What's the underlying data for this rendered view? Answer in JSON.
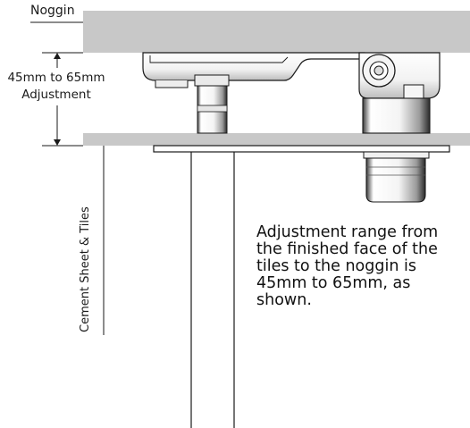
{
  "labels": {
    "noggin": "Noggin",
    "adjustment_line1": "45mm to 65mm",
    "adjustment_line2": "Adjustment",
    "cement_sheet": "Cement Sheet & Tiles"
  },
  "note": {
    "lines": [
      "Adjustment range from",
      "the finished face of the",
      "tiles to the noggin is",
      "45mm to 65mm, as",
      "shown."
    ]
  },
  "colors": {
    "noggin_fill": "#c8c8c8",
    "line": "#1a1a1a",
    "background": "#ffffff"
  }
}
